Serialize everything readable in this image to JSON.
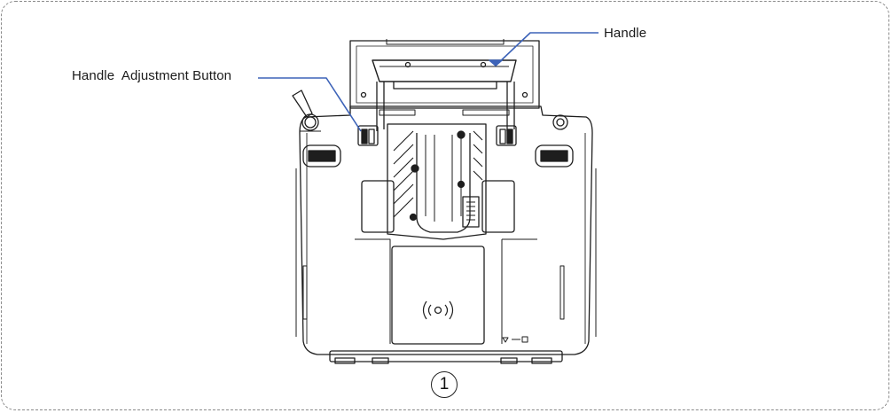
{
  "callouts": {
    "handle": "Handle",
    "handle_adjustment_button": "Handle  Adjustment Button"
  },
  "figure_number": "1",
  "colors": {
    "line": "#1e1e1e",
    "leader": "#3d63b8",
    "frame": "#8a8a8a"
  }
}
